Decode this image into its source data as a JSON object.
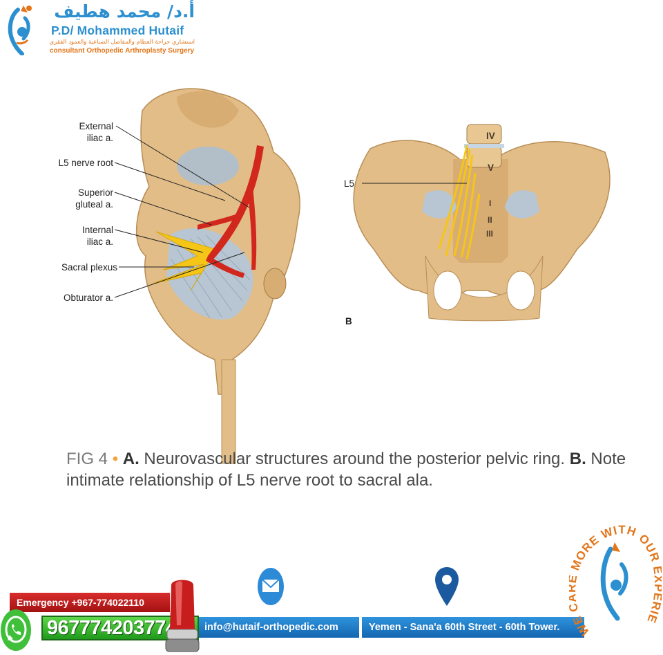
{
  "header": {
    "arabic_name": "أ.د/ محمد هطيف",
    "english_name": "P.D/ Mohammed Hutaif",
    "arabic_subtitle": "استشاري جراحة العظام والمفاصل الصناعية والعمود الفقري",
    "english_subtitle": "consultant Orthopedic Arthroplasty Surgery"
  },
  "figure": {
    "panel_a_labels": {
      "external_iliac": "External\niliac a.",
      "l5_nerve_root": "L5 nerve root",
      "superior_gluteal": "Superior\ngluteal a.",
      "internal_iliac": "Internal\niliac a.",
      "sacral_plexus": "Sacral plexus",
      "obturator": "Obturator a."
    },
    "panel_b_labels": {
      "l5": "L5",
      "iv": "IV",
      "v": "V",
      "i": "I",
      "ii": "II",
      "iii": "III",
      "panel_letter": "B"
    },
    "caption": {
      "fig": "FIG 4",
      "bullet": "•",
      "a_letter": "A.",
      "a_text": " Neurovascular structures around the posterior pelvic ring.",
      "b_letter": "B.",
      "b_text": " Note intimate relationship of L5 nerve root to sacral ala."
    }
  },
  "footer": {
    "emergency": "Emergency +967-774022110",
    "phone": "967774203774",
    "email": "info@hutaif-orthopedic.com",
    "address": "Yemen - Sana'a 60th Street - 60th Tower.",
    "seal_text": "WE CARE MORE WITH OUR EXPERIENCE"
  },
  "colors": {
    "brand_blue": "#2c8fcf",
    "brand_orange": "#e3761b",
    "bone": "#e2bd88",
    "artery": "#d2271c",
    "nerve": "#f5c518"
  }
}
